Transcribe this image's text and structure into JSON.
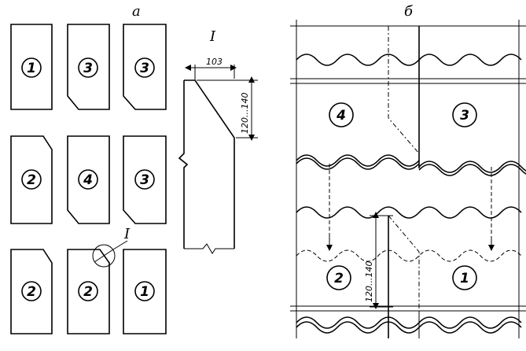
{
  "labels": {
    "part_a": "а",
    "part_b": "б",
    "detail": "I",
    "detail_callout": "I"
  },
  "dimensions": {
    "width": "103",
    "height_a": "120...140",
    "height_b": "120...140"
  },
  "panels_a": [
    "1",
    "3",
    "3",
    "2",
    "4",
    "3",
    "2",
    "2",
    "1"
  ],
  "panels_b": [
    "4",
    "3",
    "2",
    "1"
  ]
}
